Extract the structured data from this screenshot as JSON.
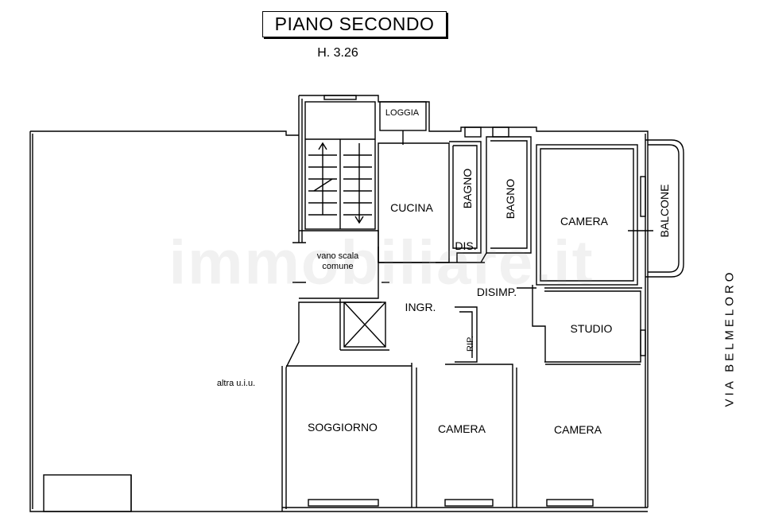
{
  "header": {
    "title": "PIANO SECONDO",
    "height": "H. 3.26"
  },
  "rooms": {
    "loggia": "LOGGIA",
    "cucina": "CUCINA",
    "bagno_1": "BAGNO",
    "bagno_2": "BAGNO",
    "dis": "DIS.",
    "camera_top": "CAMERA",
    "balcone": "BALCONE",
    "vano_scala_1": "vano scala",
    "vano_scala_2": "comune",
    "disimp": "DISIMP.",
    "ingr": "INGR.",
    "studio": "STUDIO",
    "rip": "RIP.",
    "altra": "altra u.i.u.",
    "soggiorno": "SOGGIORNO",
    "camera_mid": "CAMERA",
    "camera_right": "CAMERA"
  },
  "street": "VIA BELMELORO",
  "watermark": "immobiliare.it",
  "colors": {
    "wall": "#000000",
    "background": "#ffffff",
    "watermark": "#969696"
  }
}
